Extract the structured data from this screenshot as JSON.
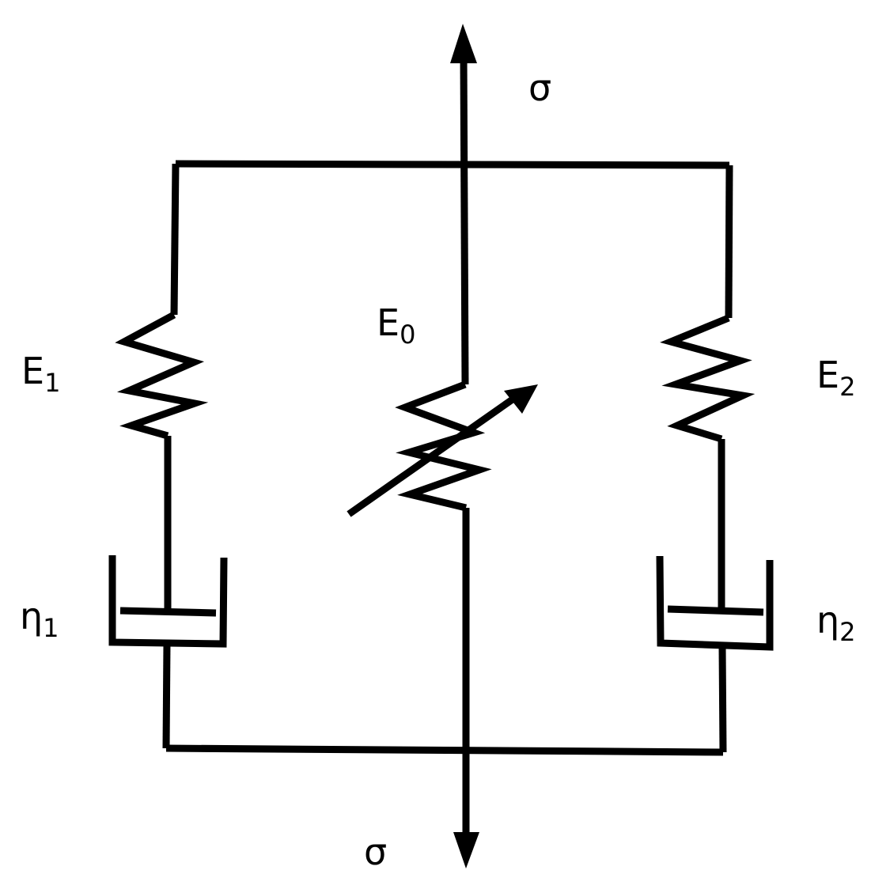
{
  "labels": {
    "sigma_top": "σ",
    "sigma_bottom": "σ",
    "e0": {
      "base": "E",
      "sub": "0"
    },
    "e1": {
      "base": "E",
      "sub": "1"
    },
    "e2": {
      "base": "E",
      "sub": "2"
    },
    "eta1": {
      "base": "η",
      "sub": "1"
    },
    "eta2": {
      "base": "η",
      "sub": "2"
    }
  },
  "colors": {
    "stroke": "#000000",
    "background": "#ffffff"
  }
}
